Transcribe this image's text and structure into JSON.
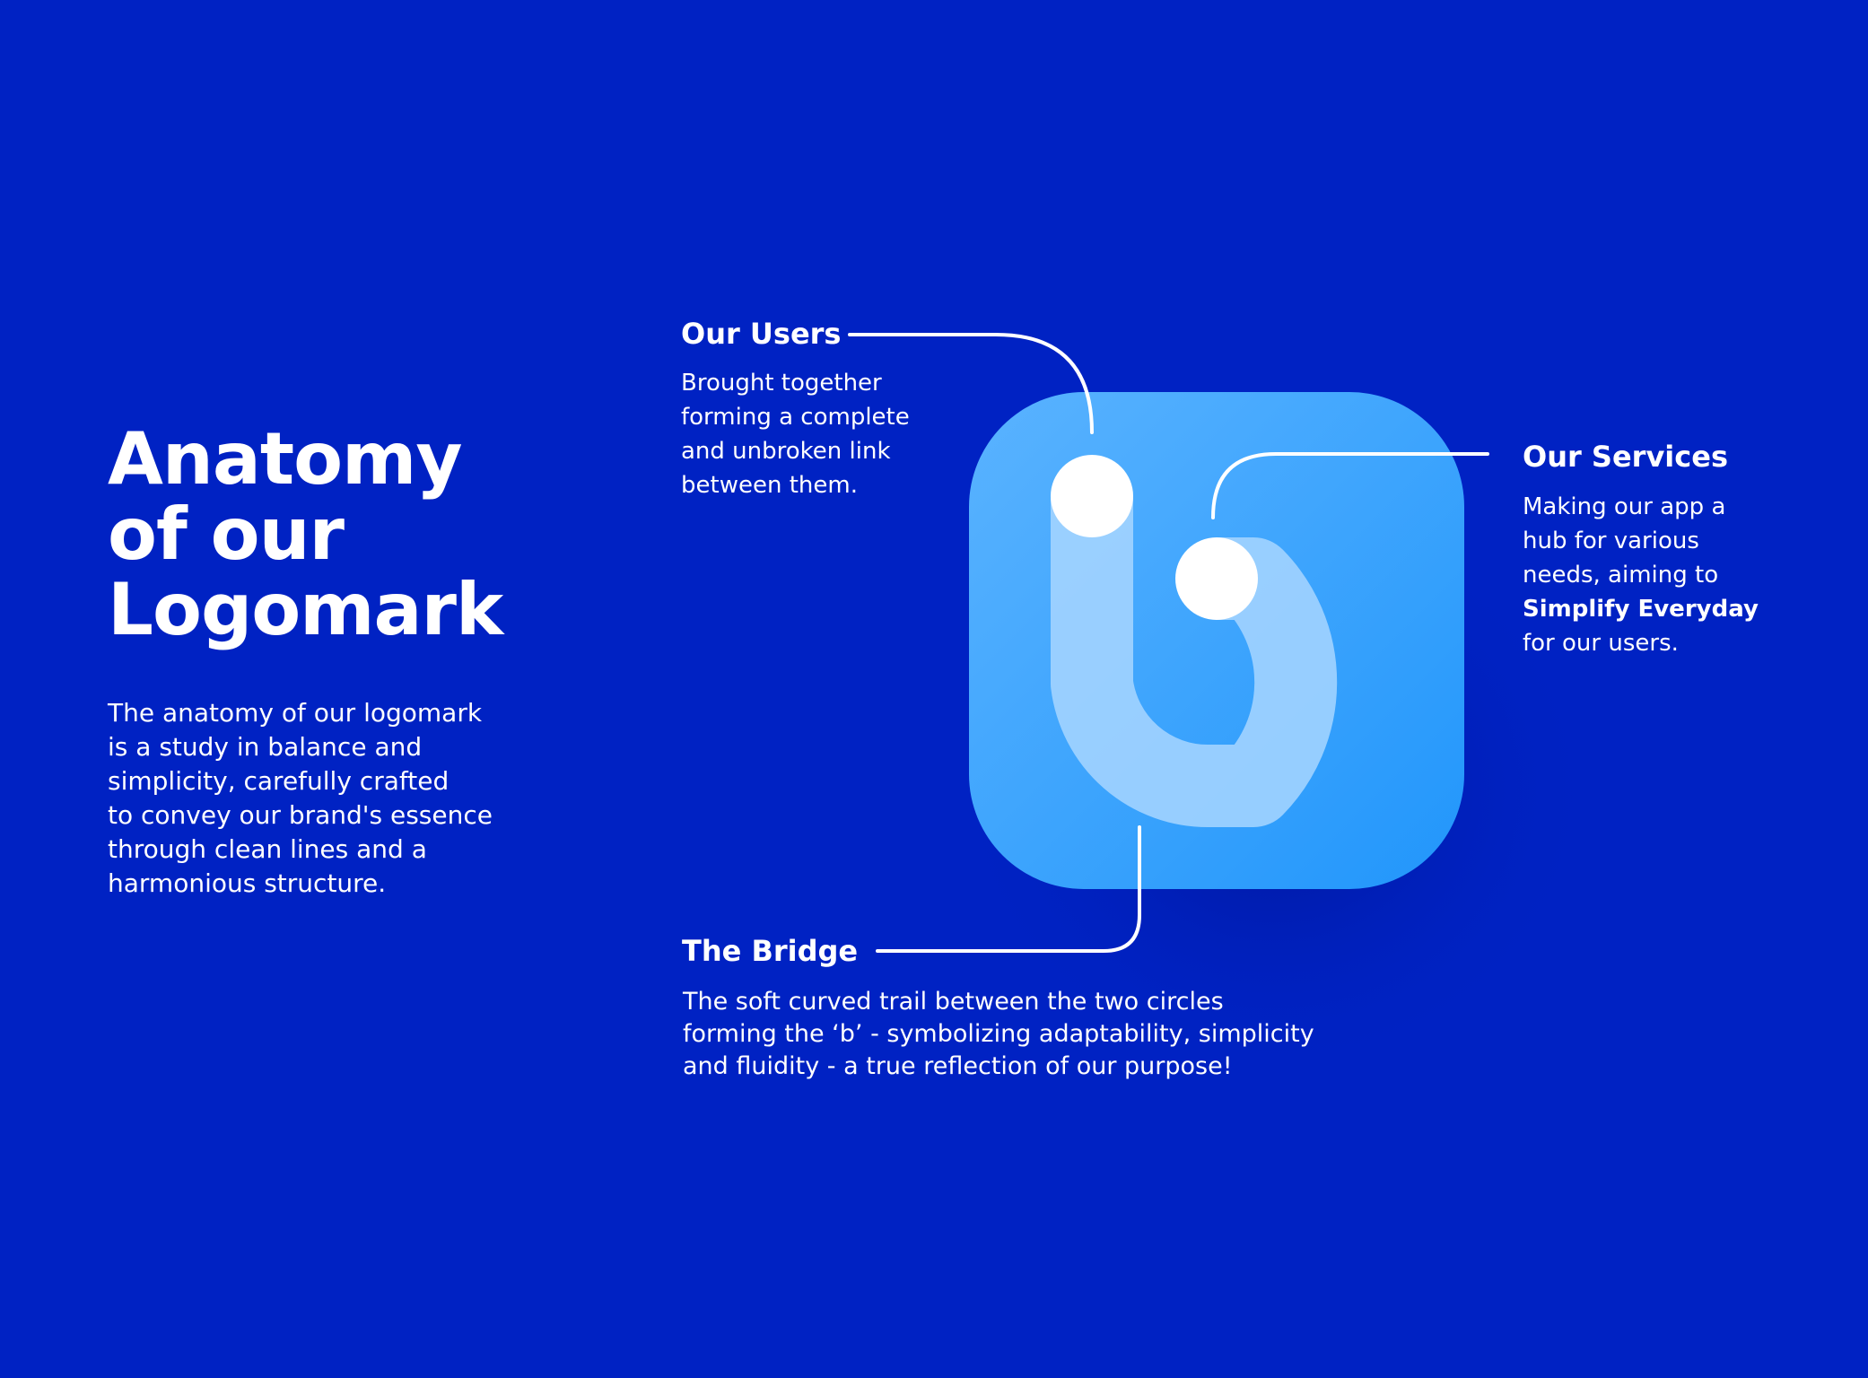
{
  "heading": {
    "lines": [
      "Anatomy",
      "of our",
      "Logomark"
    ]
  },
  "intro": {
    "lines": [
      "The anatomy of our logomark",
      "is a study in balance and",
      "simplicity, carefully crafted",
      "to convey our brand's essence",
      "through clean lines and a",
      "harmonious structure."
    ]
  },
  "callouts": {
    "users": {
      "title": "Our Users",
      "lines": [
        "Brought together",
        "forming a complete",
        "and unbroken link",
        "between them."
      ]
    },
    "services": {
      "title": "Our Services",
      "lines": [
        "Making our app a",
        "hub for various",
        "needs, aiming to"
      ],
      "highlight": "Simplify Everyday",
      "tail": "for our users."
    },
    "bridge": {
      "title": "The Bridge",
      "lines": [
        "The soft curved trail between the two circles",
        "forming the ‘b’ - symbolizing adaptability, simplicity",
        "and fluidity - a true reflection of our purpose!"
      ]
    }
  },
  "colors": {
    "background": "#0022c3",
    "tile_light": "#5ab3ff",
    "tile_dark": "#2196fb",
    "stroke_light": "#a8d6ff",
    "circle": "#ffffff",
    "leader_line": "#ffffff"
  },
  "icons": {
    "logomark": "b-letter-app-icon"
  }
}
